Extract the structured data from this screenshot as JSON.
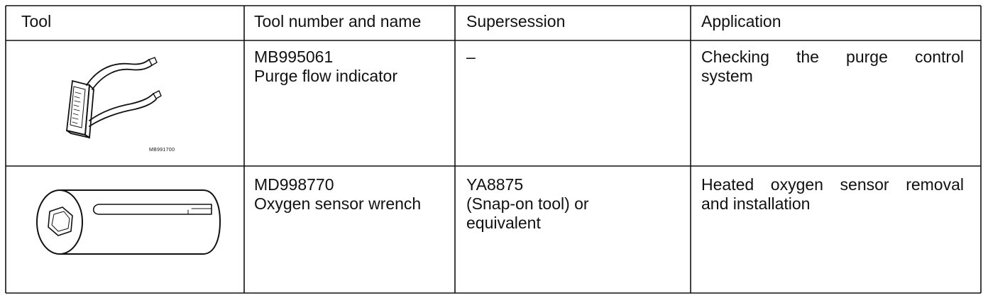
{
  "table": {
    "headers": [
      "Tool",
      "Tool number and name",
      "Supersession",
      "Application"
    ],
    "rows": [
      {
        "tool_icon": "purge-flow-indicator-icon",
        "image_code": "MB991700",
        "number": "MB995061",
        "name": "Purge flow indicator",
        "supersession_lines": [
          "–"
        ],
        "application_lines": [
          "Checking the purge control",
          "system"
        ]
      },
      {
        "tool_icon": "oxygen-sensor-wrench-icon",
        "number": "MD998770",
        "name": "Oxygen sensor wrench",
        "supersession_lines": [
          "YA8875",
          "(Snap-on tool) or",
          "equivalent"
        ],
        "application_lines": [
          "Heated oxygen sensor removal",
          "and installation"
        ]
      }
    ]
  }
}
